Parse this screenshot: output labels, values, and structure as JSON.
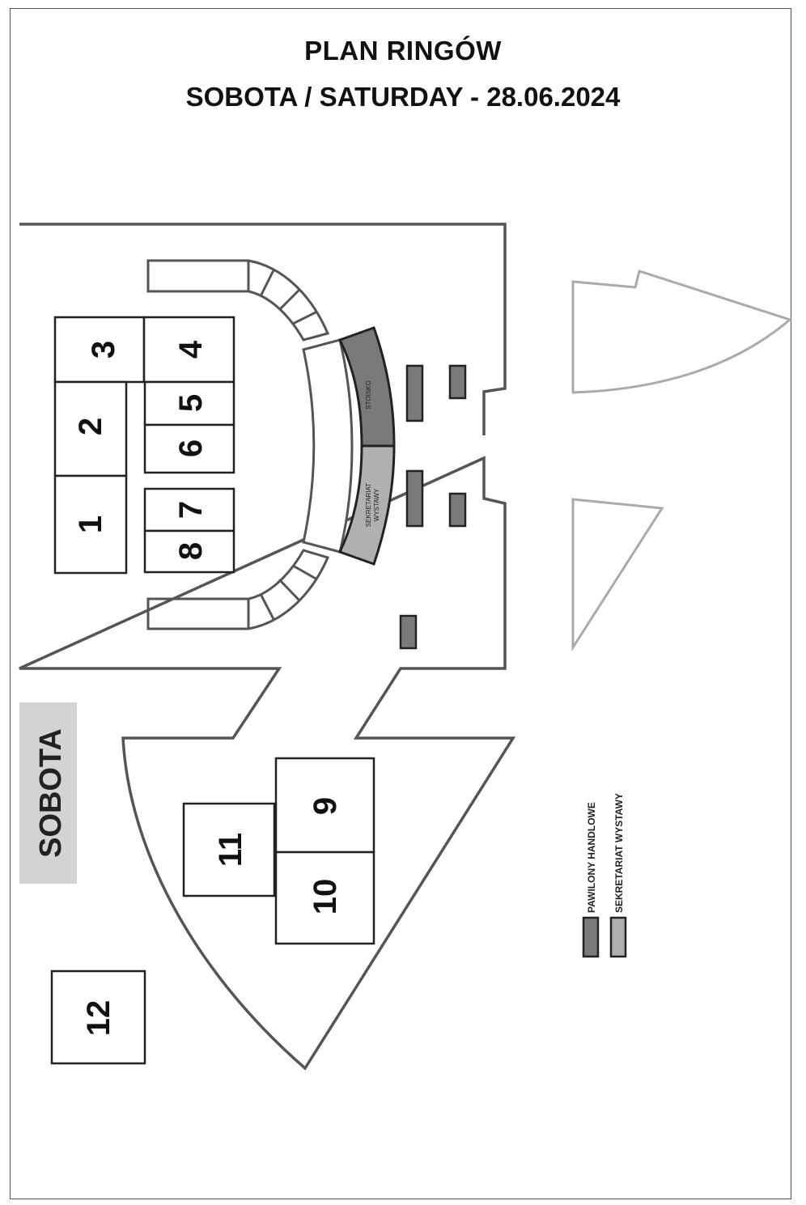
{
  "header": {
    "title": "PLAN RINGÓW",
    "subtitle": "SOBOTA / SATURDAY - 28.06.2024"
  },
  "rings": {
    "r1": "1",
    "r2": "2",
    "r3": "3",
    "r4": "4",
    "r5": "5",
    "r6": "6",
    "r7": "7",
    "r8": "8",
    "r9": "9",
    "r10": "10",
    "r11": "11",
    "r12": "12"
  },
  "booths": {
    "stoisko": "STOISKO",
    "sekretariat_line1": "SEKRETARIAT",
    "sekretariat_line2": "WYSTAWY"
  },
  "day_label": "SOBOTA",
  "legend": {
    "pawilony": "PAWILONY HANDLOWE",
    "sekretariat": "SEKRETARIAT WYSTAWY"
  },
  "colors": {
    "pawilony": "#7a7a7a",
    "sekretariat": "#b0b0b0",
    "day_badge": "#d3d3d3"
  }
}
